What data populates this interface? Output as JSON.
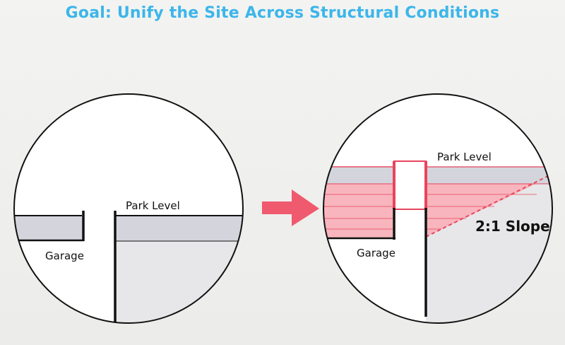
{
  "title": "Goal: Unify the Site Across Structural Conditions",
  "before": {
    "park_level_label": "Park Level",
    "garage_label": "Garage"
  },
  "after": {
    "park_level_label": "Park Level",
    "garage_label": "Garage",
    "slope_label": "2:1 Slope"
  },
  "colors": {
    "title": "#3cb6ea",
    "arrow": "#f05a6e",
    "fill_pink": "#f8b5bd",
    "line_red": "#e8455c",
    "slab_gray": "#d4d5dc",
    "ground_gray": "#e7e7e9"
  },
  "icons": {
    "transition": "arrow-right-icon"
  }
}
